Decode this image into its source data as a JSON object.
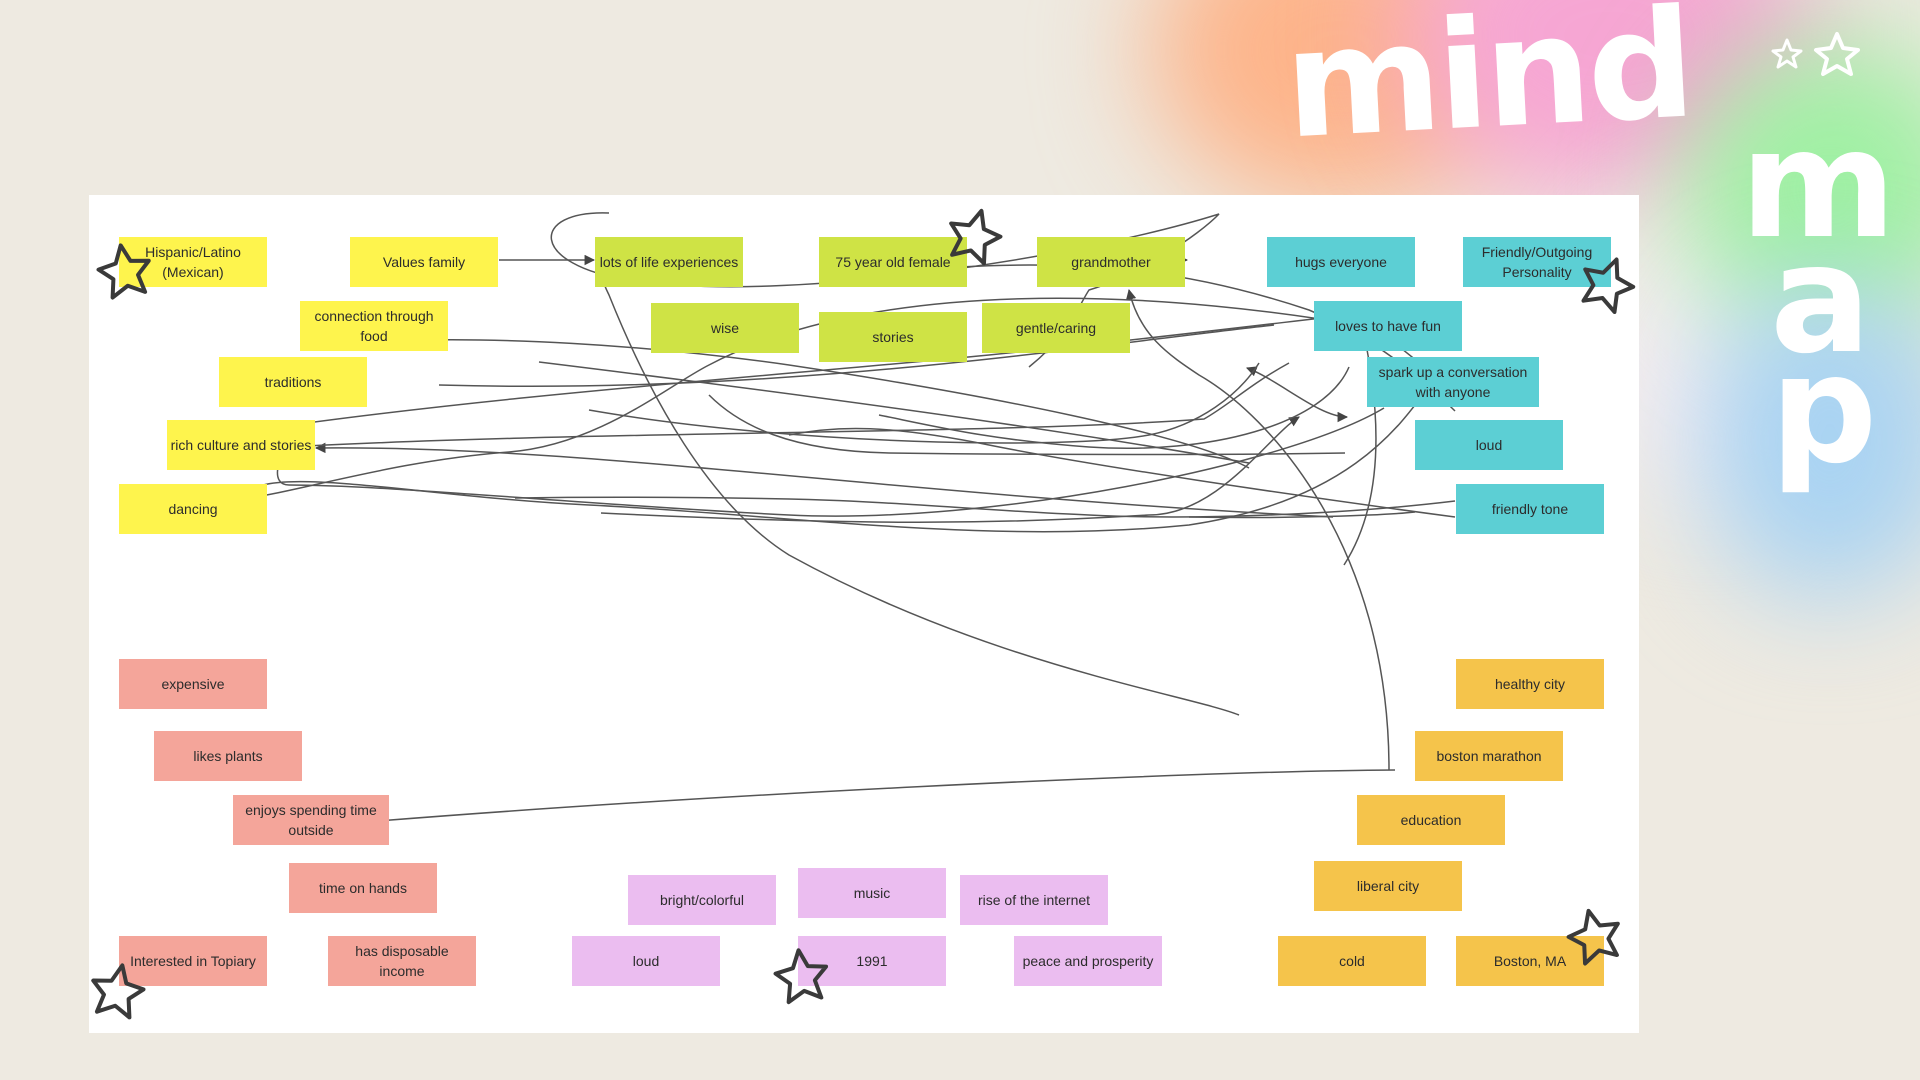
{
  "title": {
    "word1": "mind",
    "word2": [
      "m",
      "a",
      "p"
    ]
  },
  "colors": {
    "background": "#eeeae1",
    "canvas": "#ffffff",
    "yellow": "#fef44d",
    "lime": "#cfe345",
    "cyan": "#5ccfd4",
    "salmon": "#f4a59a",
    "lilac": "#ebbdf0",
    "gold": "#f5c44b",
    "link": "#555555"
  },
  "nodes": {
    "culture": [
      "Hispanic/Latino (Mexican)",
      "Values family",
      "connection through food",
      "traditions",
      "rich culture and stories",
      "dancing"
    ],
    "persona": [
      "lots of life experiences",
      "75 year old female",
      "grandmother",
      "wise",
      "stories",
      "gentle/caring"
    ],
    "personality": [
      "hugs everyone",
      "Friendly/Outgoing Personality",
      "loves to have fun",
      "spark up a conversation with anyone",
      "loud",
      "friendly tone"
    ],
    "lifestyle": [
      "expensive",
      "likes plants",
      "enjoys spending time outside",
      "time on hands",
      "Interested in Topiary",
      "has disposable income"
    ],
    "era": [
      "bright/colorful",
      "music",
      "rise of the internet",
      "loud",
      "1991",
      "peace and prosperity"
    ],
    "place": [
      "healthy city",
      "boston marathon",
      "education",
      "liberal city",
      "cold",
      "Boston, MA"
    ]
  }
}
